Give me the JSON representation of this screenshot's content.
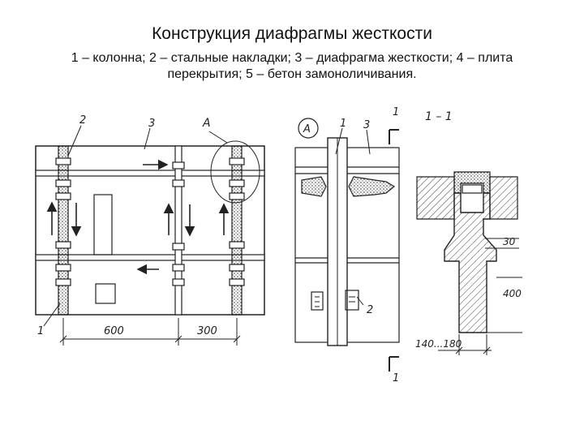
{
  "slide": {
    "title": "Конструкция диафрагмы жесткости",
    "caption": "1 – колонна; 2 – стальные накладки; 3 – диафрагма жесткости; 4 – плита перекрытия; 5 – бетон замоноличивания."
  },
  "drawing": {
    "left_view": {
      "callout_2": "2",
      "callout_3": "3",
      "callout_a": "A",
      "callout_1": "1",
      "dim_600": "600",
      "dim_300": "300"
    },
    "detail_view": {
      "callout_a": "A",
      "callout_1": "1",
      "callout_3": "3",
      "callout_2": "2",
      "section_mark_top": "1",
      "section_mark_bottom": "1"
    },
    "section_view": {
      "title": "1 – 1",
      "dim_30": "30",
      "dim_400": "400",
      "dim_width": "140...180"
    }
  },
  "colors": {
    "ink": "#222222",
    "hatch": "#444444",
    "background": "#ffffff"
  }
}
